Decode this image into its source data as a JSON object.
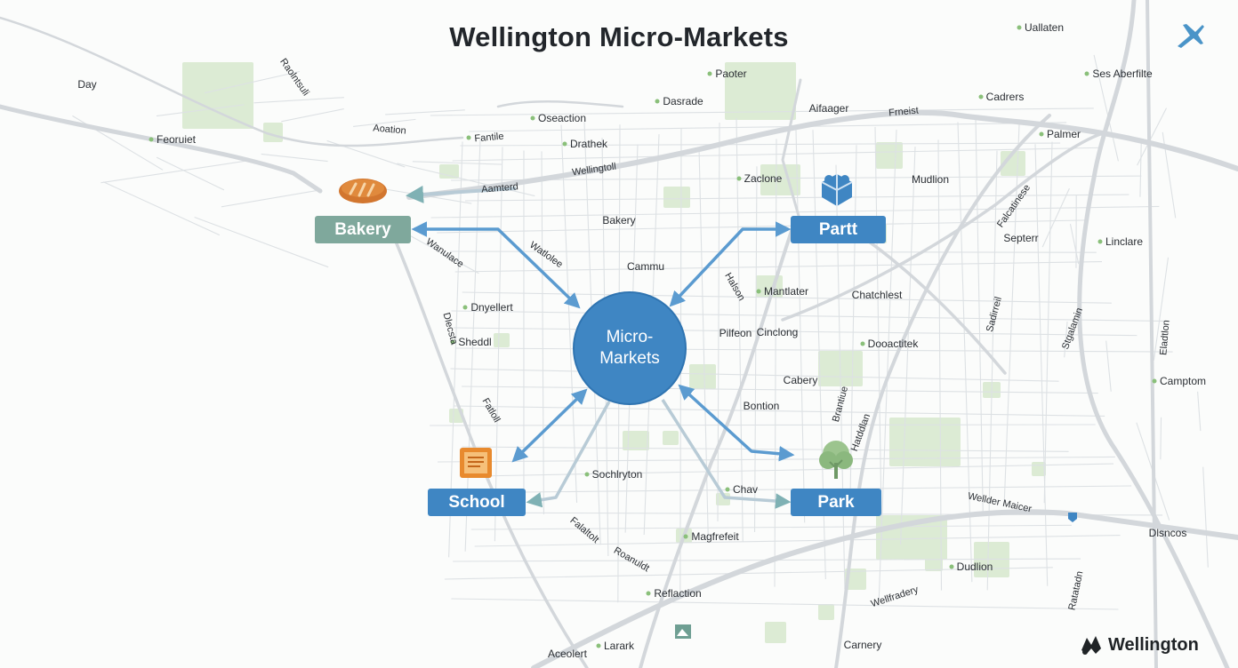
{
  "title": "Wellington Micro-Markets",
  "center": {
    "line1": "Micro-",
    "line2": "Markets"
  },
  "categories": [
    {
      "name": "Bakery",
      "color": "#7fa89c",
      "icon": "bread-icon"
    },
    {
      "name": "Partt",
      "color": "#3f86c3",
      "icon": "building-icon"
    },
    {
      "name": "School",
      "color": "#3f86c3",
      "icon": "book-icon"
    },
    {
      "name": "Park",
      "color": "#3f86c3",
      "icon": "tree-icon"
    }
  ],
  "brand": {
    "name": "Wellington",
    "icon": "wellington-logo-icon"
  },
  "corner_icon": "airplane-icon",
  "streets": {
    "Day": "Day",
    "Feoruiet": "Feoruiet",
    "Aoation": "Aoation",
    "Fantile": "Fantile",
    "Oseaction": "Oseaction",
    "Dasrade": "Dasrade",
    "Paoter": "Paoter",
    "Drathek": "Drathek",
    "Aamterd": "Aamterd",
    "Wellingtoll": "Wellingtoll",
    "Bakery": "Bakery",
    "Cammu": "Cammu",
    "Dnyellert": "Dnyellert",
    "Sheddl": "Sheddl",
    "Zaclone": "Zaclone",
    "Aifaager": "Aifaager",
    "Frneist": "Frneist",
    "Cadrers": "Cadrers",
    "Uallaten": "Uallaten",
    "SesAberfilte": "Ses Aberfilte",
    "Palmer": "Palmer",
    "Mudlion": "Mudlion",
    "Septerr": "Septerr",
    "Linclare": "Linclare",
    "Mantlater": "Mantlater",
    "Chatchlest": "Chatchlest",
    "Pilfeon": "Pilfeon",
    "Cinclong": "Cinclong",
    "Dooactitek": "Dooactitek",
    "Cabery": "Cabery",
    "Bontion": "Bontion",
    "Camptom": "Camptom",
    "Sochlryton": "Sochlryton",
    "Chav": "Chav",
    "WelldaerMaicer": "Wellder Maicer",
    "Magfrefeit": "Magfrefeit",
    "Reflaction": "Reflaction",
    "Dudlion": "Dudlion",
    "Wellfradery": "Wellfradery",
    "Larark": "Larark",
    "Aceolert": "Aceolert",
    "Carnery": "Carnery",
    "r1": "Raolntsuli",
    "r2": "Wanulace",
    "r3": "Watlolee",
    "r4": "Falcatinese",
    "r5": "Dlecsta",
    "r6": "Fatloll",
    "r7": "Halson",
    "r8": "Brantiue",
    "r9": "Sadirreil",
    "r10": "Stgalamin",
    "r11": "Eladtlon",
    "r12": "Falaltolt",
    "r13": "Roanuldt",
    "r14": "Hatddlan",
    "r15": "Ratatadn",
    "r16": "Dlsncos"
  }
}
